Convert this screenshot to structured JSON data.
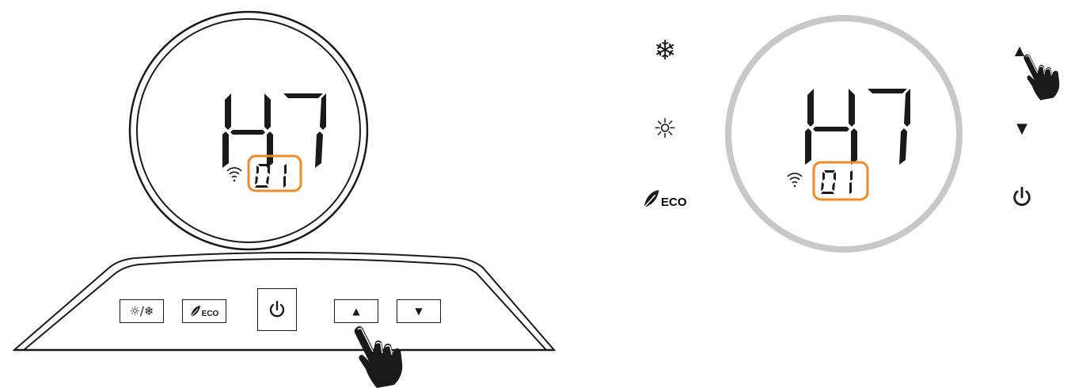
{
  "left_panel": {
    "display": {
      "main_code": "H7",
      "sub_code": "01"
    },
    "buttons": {
      "mode": "☼/❄",
      "eco": "ECO",
      "power": "⏻",
      "up": "▲",
      "down": "▼"
    }
  },
  "right_panel": {
    "display": {
      "main_code": "H7",
      "sub_code": "01"
    },
    "icons": {
      "snowflake": "❄",
      "sun": "☼",
      "eco": "ECO",
      "up": "▲",
      "down": "▼",
      "power": "⏻"
    }
  },
  "colors": {
    "highlight": "#f08a24",
    "ring": "#c8c8c8",
    "ink": "#1a1a1a"
  }
}
